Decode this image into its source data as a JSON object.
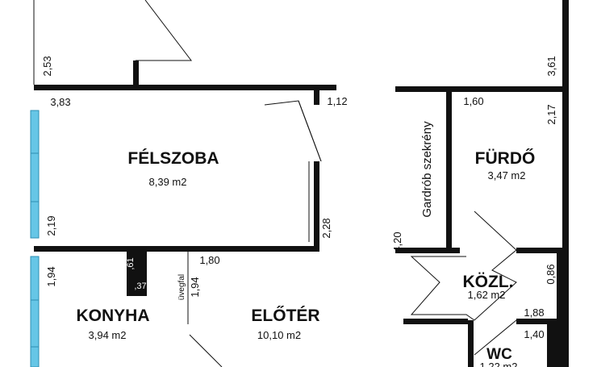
{
  "rooms": {
    "felszoba": {
      "name": "FÉLSZOBA",
      "area": "8,39 m2"
    },
    "konyha": {
      "name": "KONYHA",
      "area": "3,94 m2"
    },
    "eloter": {
      "name": "ELŐTÉR",
      "area": "10,10 m2"
    },
    "furdo": {
      "name": "FÜRDŐ",
      "area": "3,47 m2"
    },
    "kozl": {
      "name": "KÖZL.",
      "area": "1,62 m2"
    },
    "wc": {
      "name": "WC",
      "area": "1,22 m2"
    },
    "gardrob": {
      "name": "Gardrób szekrény"
    }
  },
  "dimensions": {
    "d_2_53": "2,53",
    "d_3_61": "3,61",
    "d_3_83": "3,83",
    "d_1_12": "1,12",
    "d_1_60": "1,60",
    "d_2_17": "2,17",
    "d_2_19": "2,19",
    "d_2_28": "2,28",
    "d_4_20": "4,20",
    "d_1_94_left": "1,94",
    "d_1_80": "1,80",
    "d_0_61": ",61",
    "d_0_37": ",37",
    "d_1_94_mid": "1,94",
    "d_0_86": "0,86",
    "d_1_88": "1,88",
    "d_1_40": "1,40"
  },
  "labels": {
    "uvegfal": "üvegfal"
  },
  "colors": {
    "wall": "#111111",
    "window": "#66c6e6",
    "window_edge": "#2e8fb3"
  }
}
